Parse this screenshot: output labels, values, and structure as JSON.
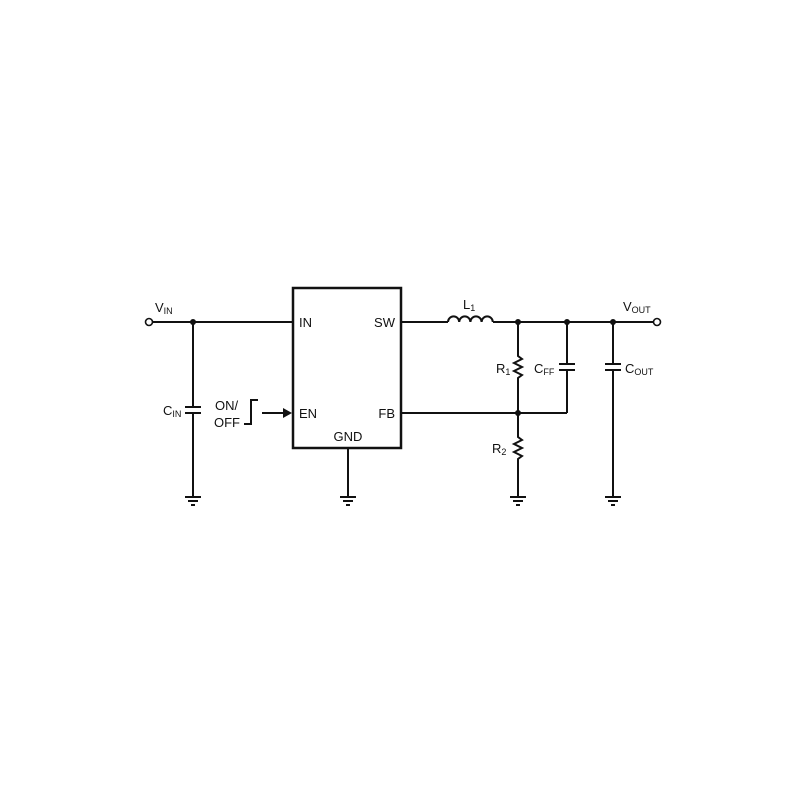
{
  "ic": {
    "pins": {
      "in": "IN",
      "sw": "SW",
      "en": "EN",
      "fb": "FB",
      "gnd": "GND"
    }
  },
  "labels": {
    "vin": {
      "main": "V",
      "sub": "IN"
    },
    "vout": {
      "main": "V",
      "sub": "OUT"
    },
    "cin": {
      "main": "C",
      "sub": "IN"
    },
    "cout": {
      "main": "C",
      "sub": "OUT"
    },
    "cff": {
      "main": "C",
      "sub": "FF"
    },
    "l1": {
      "main": "L",
      "sub": "1"
    },
    "r1": {
      "main": "R",
      "sub": "1"
    },
    "r2": {
      "main": "R",
      "sub": "2"
    },
    "on": "ON/",
    "off": "OFF"
  }
}
